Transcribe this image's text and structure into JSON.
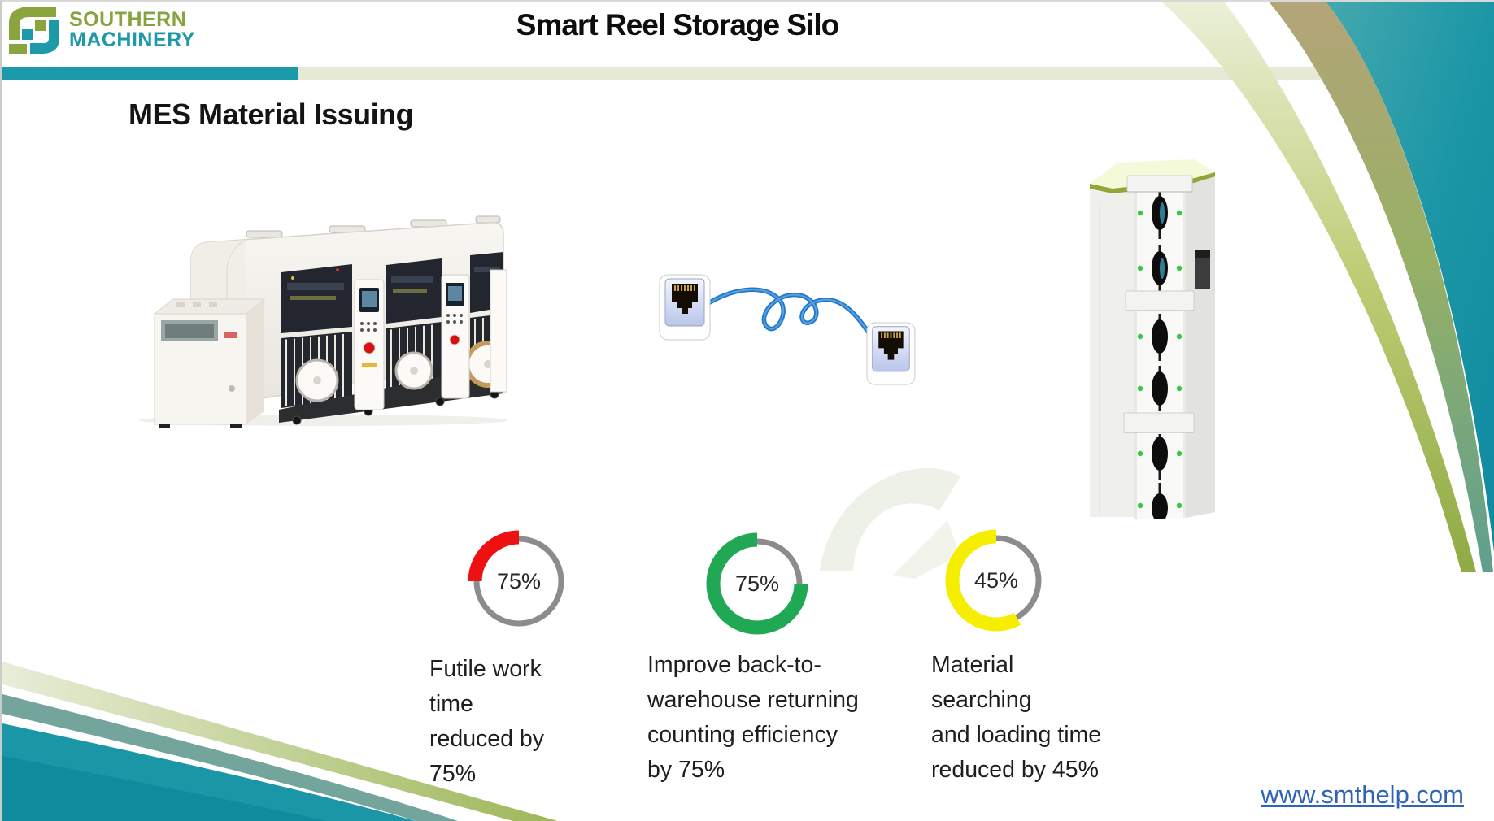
{
  "header": {
    "logo_line1": "SOUTHERN",
    "logo_line2": "MACHINERY",
    "title": "Smart Reel Storage Silo"
  },
  "slide": {
    "heading": "MES Material Issuing",
    "footer_link": "www.smthelp.com"
  },
  "colors": {
    "brand_teal": "#1b9aab",
    "brand_olive_green": "#87a33d",
    "header_band_pale": "#e6ead4",
    "link_blue": "#2e63b8",
    "cable_blue": "#1f78cb",
    "tower_led_green": "#35c93f"
  },
  "chart_style": {
    "ring_color": "#8c8c8c"
  },
  "chart_data": [
    {
      "type": "donut",
      "center_label": "75%",
      "percent": 75,
      "color": "#ee1111",
      "arc_fraction": 0.25,
      "caption": "Futile work\ntime\nreduced by\n75%"
    },
    {
      "type": "donut",
      "center_label": "75%",
      "percent": 75,
      "color": "#21a854",
      "arc_fraction": 0.75,
      "caption": "Improve back-to-\nwarehouse returning\ncounting efficiency\nby 75%"
    },
    {
      "type": "donut",
      "center_label": "45%",
      "percent": 45,
      "color": "#f6ee00",
      "arc_fraction": 0.58,
      "caption": "Material\nsearching\nand loading time\nreduced by 45%"
    }
  ]
}
